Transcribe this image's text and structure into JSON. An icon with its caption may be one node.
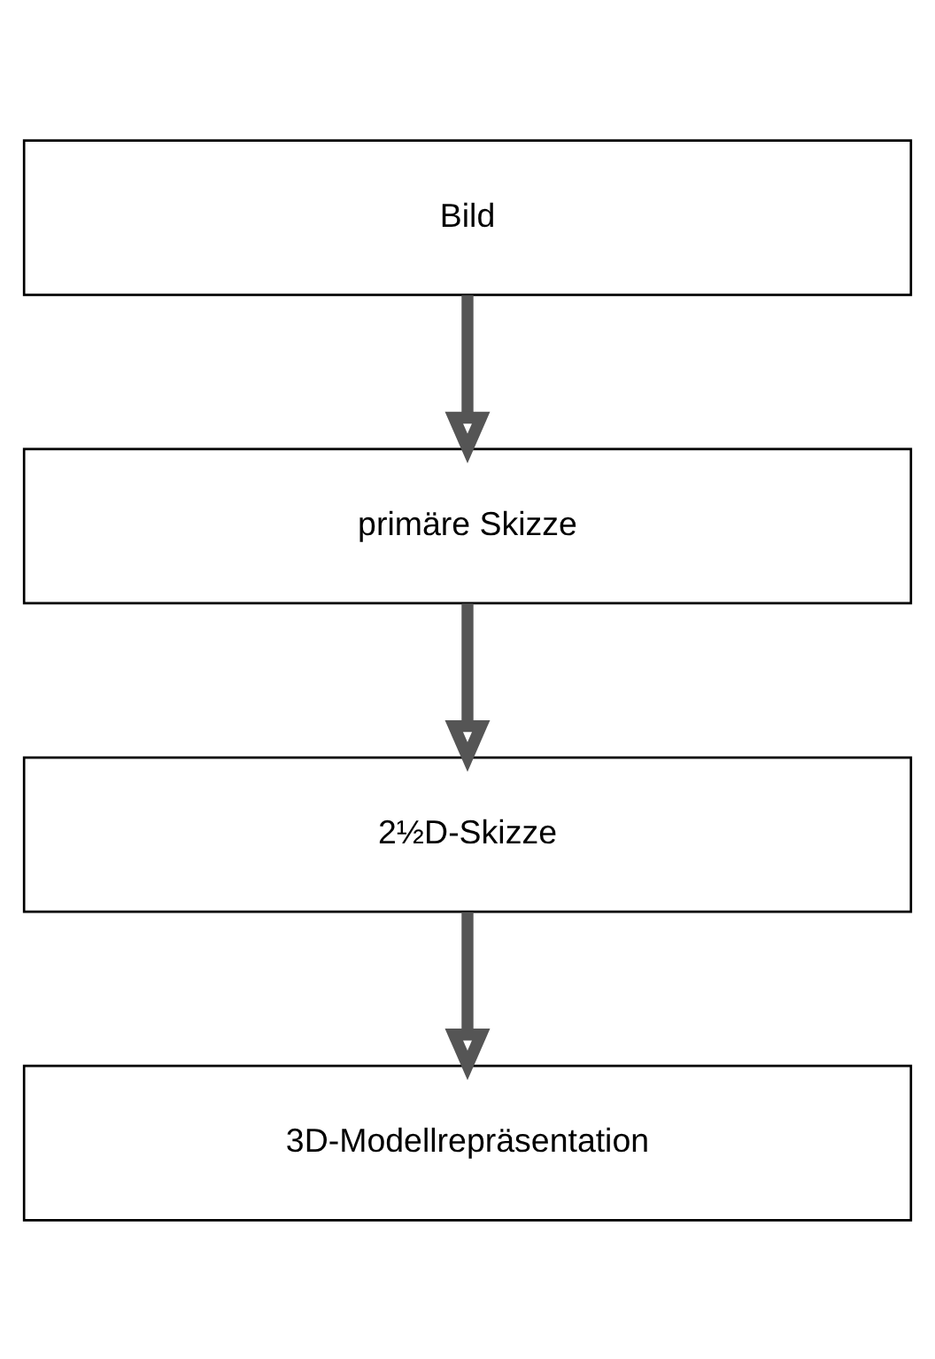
{
  "diagram": {
    "nodes": [
      {
        "text": [
          "Bild"
        ]
      },
      {
        "text": [
          "primäre Skizze"
        ]
      },
      {
        "text": [
          "2½D-Skizze"
        ]
      },
      {
        "text": [
          "3D-Modellrepräsentation"
        ]
      }
    ],
    "edges": [
      {
        "from": 0,
        "to": 1,
        "arrow": "to"
      },
      {
        "from": 1,
        "to": 2,
        "arrow": "to"
      },
      {
        "from": 2,
        "to": 3,
        "arrow": "to"
      }
    ]
  }
}
